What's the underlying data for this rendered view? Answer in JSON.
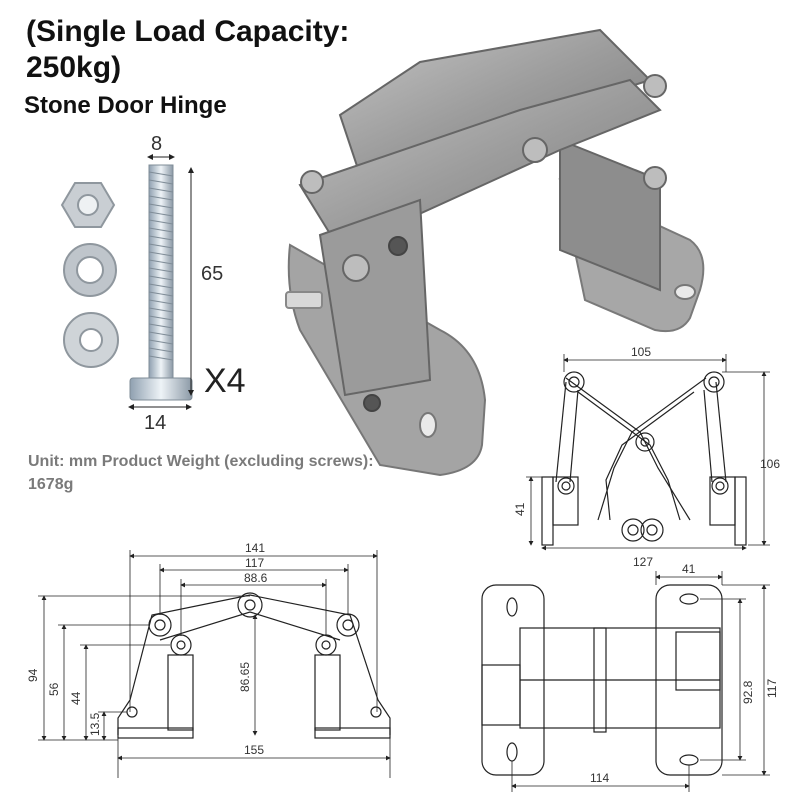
{
  "header": {
    "title": "(Single Load Capacity: 250kg)",
    "subtitle": "Stone Door Hinge"
  },
  "note": "Unit: mm Product Weight (excluding screws): 1678g",
  "screw": {
    "diameter": "8",
    "length": "65",
    "head_width": "14",
    "quantity": "X4"
  },
  "front_view": {
    "width_105": "105",
    "height_106": "106",
    "height_41": "41",
    "width_127": "127"
  },
  "side_view": {
    "w_141": "141",
    "w_117": "117",
    "w_88_6": "88.6",
    "h_94": "94",
    "h_56": "56",
    "h_44": "44",
    "h_13_5": "13.5",
    "h_86_65": "86.65",
    "w_155": "155"
  },
  "top_view": {
    "w_41": "41",
    "h_92_8": "92.8",
    "h_117": "117",
    "w_114": "114"
  },
  "colors": {
    "metal": "#9a9a9a",
    "metal_dark": "#6e6e6e",
    "metal_light": "#c9c9c9",
    "line": "#222222"
  }
}
